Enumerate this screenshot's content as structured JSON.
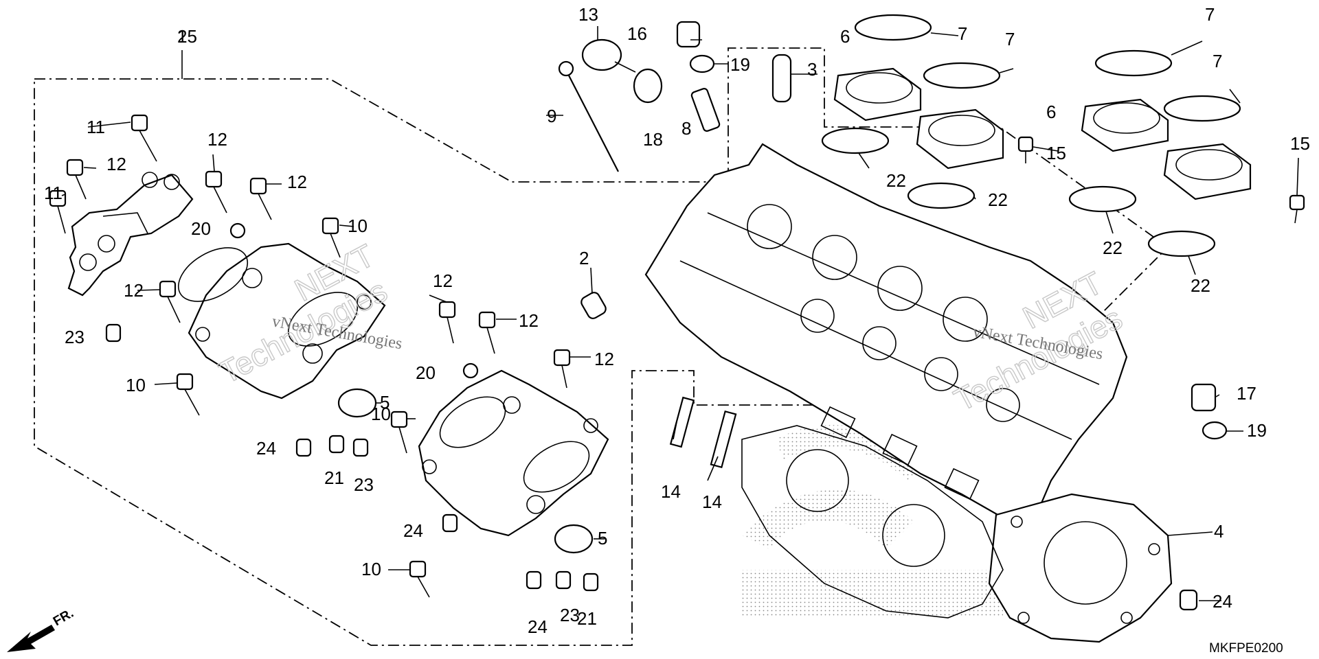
{
  "diagram": {
    "code": "MKFPE0200",
    "direction_label": "FR.",
    "watermark": {
      "brand": "NEXT",
      "line1": "vNext Technologies",
      "line2": "Technologies"
    },
    "labels": [
      "1",
      "2",
      "3",
      "4",
      "5",
      "5",
      "6",
      "6",
      "7",
      "7",
      "7",
      "7",
      "8",
      "9",
      "10",
      "10",
      "10",
      "10",
      "11",
      "11",
      "12",
      "12",
      "12",
      "12",
      "12",
      "12",
      "12",
      "13",
      "14",
      "14",
      "15",
      "15",
      "16",
      "17",
      "18",
      "19",
      "19",
      "20",
      "20",
      "21",
      "21",
      "22",
      "22",
      "22",
      "22",
      "23",
      "23",
      "23",
      "24",
      "24",
      "24",
      "24",
      "25"
    ]
  }
}
